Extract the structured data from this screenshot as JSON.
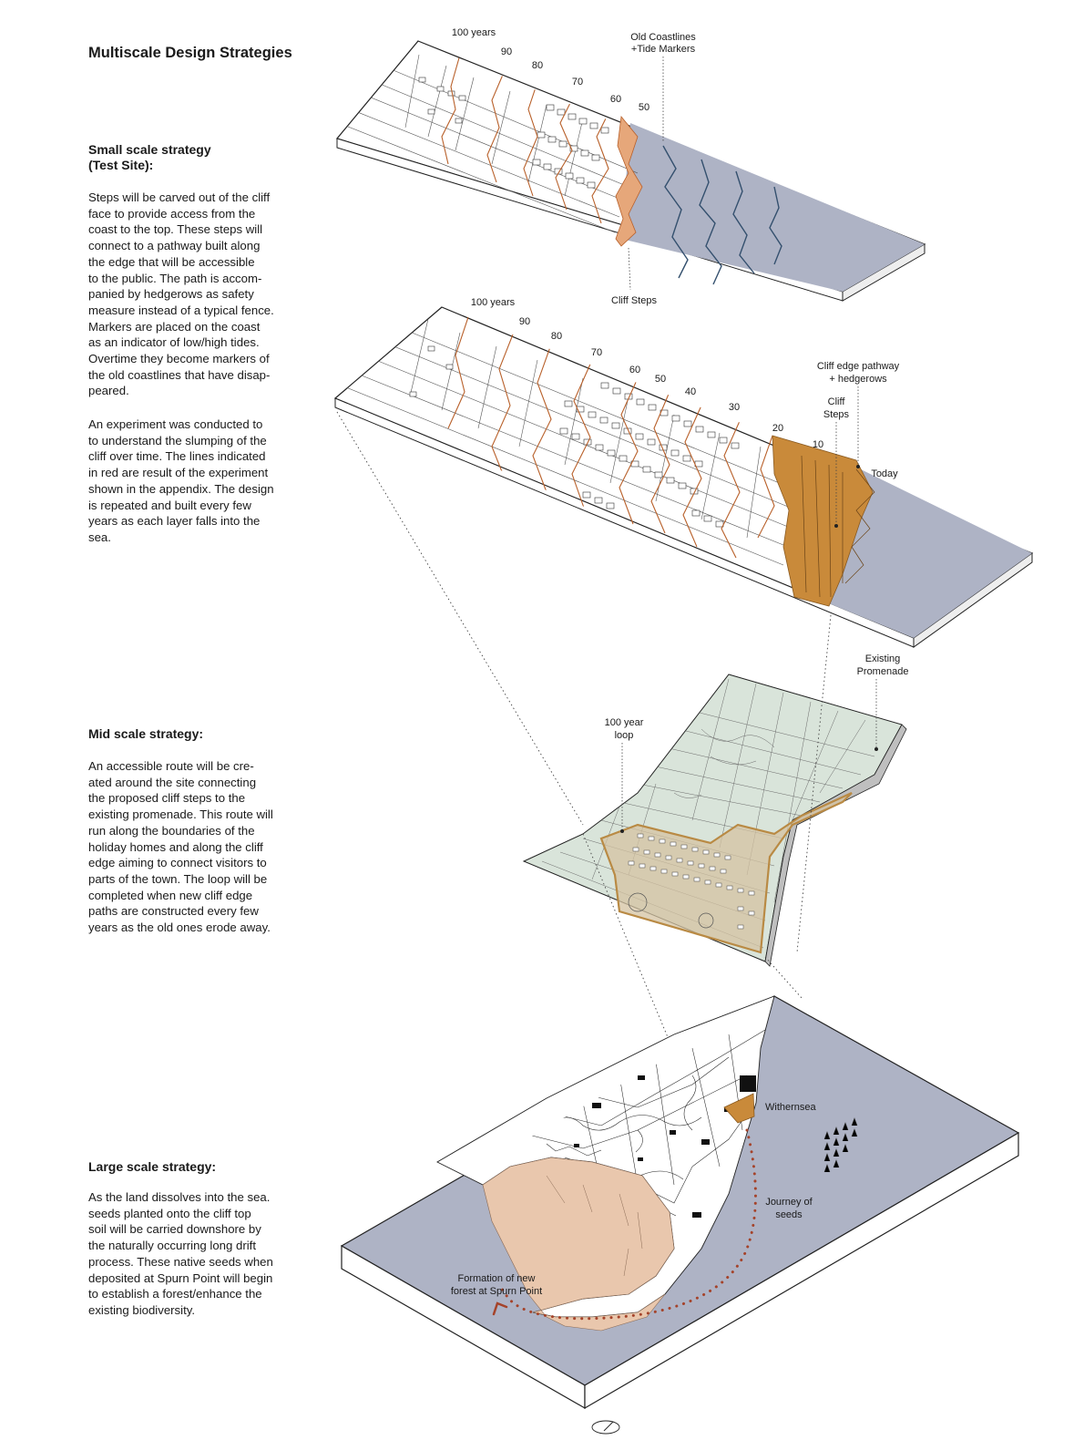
{
  "title": "Multiscale Design Strategies",
  "sections": {
    "small": {
      "heading": "Small scale strategy\n(Test Site):",
      "paragraph1": "Steps will be carved out of the cliff\nface to provide access from the\ncoast to the top. These steps will\nconnect to a pathway built along\nthe edge that will be accessible\nto the public. The path is accom-\npanied by hedgerows as safety\nmeasure instead of a typical fence.\nMarkers are placed on the coast\nas an  indicator of low/high tides.\nOvertime they become markers of\nthe old coastlines that have disap-\npeared.",
      "paragraph2": "An experiment was conducted to\nto understand the slumping of the\ncliff over time. The lines indicated\nin red are result of the experiment\nshown in the appendix. The design\nis repeated and built every few\nyears as each layer falls into the\nsea."
    },
    "mid": {
      "heading": "Mid scale strategy:",
      "paragraph": "An accessible route will be cre-\nated around the site connecting\nthe proposed cliff steps to the\nexisting promenade. This route will\nrun along the boundaries of the\nholiday homes and along the cliff\nedge aiming to connect visitors to\nparts of the town. The loop will be\ncompleted when new cliff edge\npaths are constructed every few\nyears as the old ones erode away."
    },
    "large": {
      "heading": "Large scale strategy:",
      "paragraph": "As the land dissolves into the sea.\nseeds planted onto the cliff top\nsoil will be carried downshore by\nthe naturally occurring long drift\nprocess. These native seeds when\ndeposited at Spurn Point will begin\nto establish a forest/enhance the\nexisting biodiversity."
    }
  },
  "diagram_labels": {
    "top": {
      "years": [
        "100 years",
        "90",
        "80",
        "70",
        "60",
        "50"
      ],
      "old_coastlines": "Old Coastlines\n+Tide Markers",
      "cliff_steps": "Cliff Steps"
    },
    "second": {
      "years": [
        "100 years",
        "90",
        "80",
        "70",
        "60",
        "50",
        "40",
        "30",
        "20",
        "10"
      ],
      "cliff_edge": "Cliff edge pathway\n+ hedgerows",
      "cliff_steps": "Cliff\nSteps",
      "today": "Today"
    },
    "mid": {
      "existing_promenade": "Existing\nPromenade",
      "loop": "100 year\nloop"
    },
    "large": {
      "withernsea": "Withernsea",
      "journey": "Journey of\nseeds",
      "formation": "Formation of new\nforest at Spurn Point"
    }
  },
  "colors": {
    "sea": "#aeb3c5",
    "erosion_lines": "#b8602a",
    "cliff_orange": "#c98a3a",
    "mid_green": "#d9e4da",
    "mid_loop": "#b98a44",
    "spurn_sand": "#e9c7ad",
    "seed_path": "#a5432a"
  }
}
